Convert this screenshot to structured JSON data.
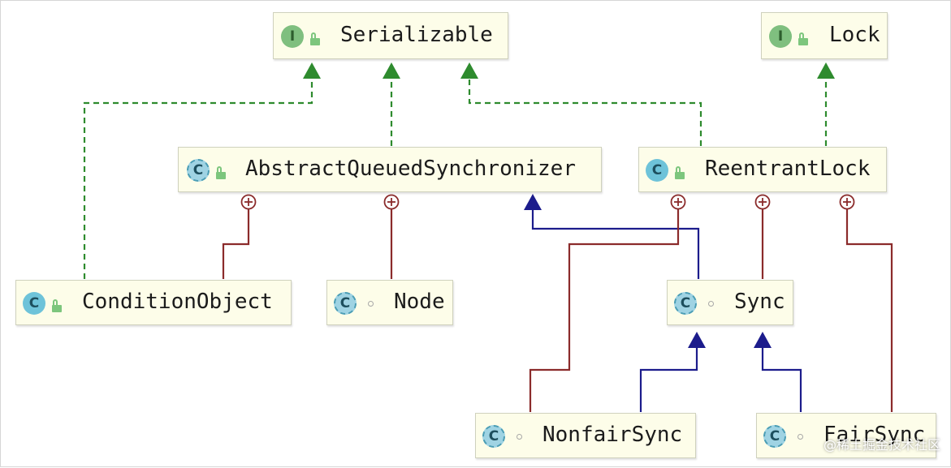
{
  "diagram": {
    "nodes": [
      {
        "id": "serializable",
        "name": "Serializable",
        "kind": "interface",
        "icon_letter": "I",
        "modifier": "public"
      },
      {
        "id": "lock",
        "name": "Lock",
        "kind": "interface",
        "icon_letter": "I",
        "modifier": "public"
      },
      {
        "id": "aqs",
        "name": "AbstractQueuedSynchronizer",
        "kind": "abstract-class",
        "icon_letter": "C",
        "modifier": "public"
      },
      {
        "id": "reentrantlock",
        "name": "ReentrantLock",
        "kind": "class",
        "icon_letter": "C",
        "modifier": "public"
      },
      {
        "id": "conditionobject",
        "name": "ConditionObject",
        "kind": "class",
        "icon_letter": "C",
        "modifier": "public"
      },
      {
        "id": "node",
        "name": "Node",
        "kind": "static-class",
        "icon_letter": "C",
        "modifier": "package"
      },
      {
        "id": "sync",
        "name": "Sync",
        "kind": "abstract-static-class",
        "icon_letter": "C",
        "modifier": "package"
      },
      {
        "id": "nonfairsync",
        "name": "NonfairSync",
        "kind": "static-class",
        "icon_letter": "C",
        "modifier": "package"
      },
      {
        "id": "fairsync",
        "name": "FairSync",
        "kind": "static-class",
        "icon_letter": "C",
        "modifier": "package"
      }
    ],
    "relations": [
      {
        "from": "conditionobject",
        "to": "serializable",
        "type": "implements"
      },
      {
        "from": "aqs",
        "to": "serializable",
        "type": "implements"
      },
      {
        "from": "reentrantlock",
        "to": "serializable",
        "type": "implements"
      },
      {
        "from": "reentrantlock",
        "to": "lock",
        "type": "implements"
      },
      {
        "from": "sync",
        "to": "aqs",
        "type": "extends"
      },
      {
        "from": "nonfairsync",
        "to": "sync",
        "type": "extends"
      },
      {
        "from": "fairsync",
        "to": "sync",
        "type": "extends"
      },
      {
        "from": "conditionobject",
        "to": "aqs",
        "type": "inner-class"
      },
      {
        "from": "node",
        "to": "aqs",
        "type": "inner-class"
      },
      {
        "from": "nonfairsync",
        "to": "reentrantlock",
        "type": "inner-class"
      },
      {
        "from": "sync",
        "to": "reentrantlock",
        "type": "inner-class"
      },
      {
        "from": "fairsync",
        "to": "reentrantlock",
        "type": "inner-class"
      }
    ],
    "colors": {
      "implements": "#2e8b2e",
      "extends": "#1c1c8c",
      "inner_class": "#8b2b2b",
      "node_fill": "#fdfde9"
    }
  },
  "footer": {
    "credit": "@稀土掘金技术社区"
  }
}
